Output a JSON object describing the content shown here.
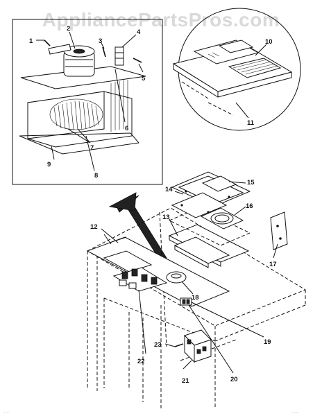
{
  "watermark": "AppliancePartsPros.com",
  "callouts": {
    "c1": "1",
    "c2": "2",
    "c3": "3",
    "c4": "4",
    "c5": "5",
    "c6": "6",
    "c7": "7",
    "c8": "8",
    "c9": "9",
    "c10": "10",
    "c11": "11",
    "c12": "12",
    "c13": "13",
    "c14": "14",
    "c15": "15",
    "c16": "16",
    "c17": "17",
    "c18": "18",
    "c19": "19",
    "c20": "20",
    "c21": "21",
    "c22": "22",
    "c23": "23"
  },
  "footer": {
    "left_code": "... ...",
    "right_code": "......."
  }
}
